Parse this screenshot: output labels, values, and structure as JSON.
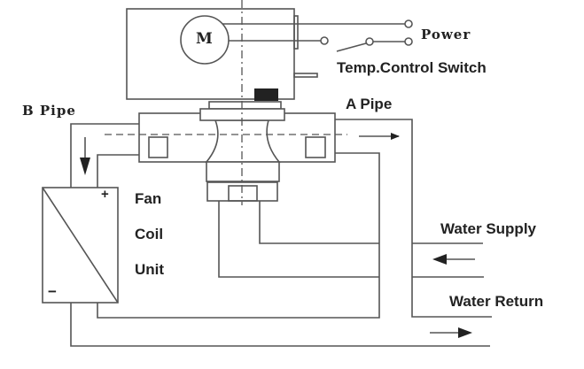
{
  "labels": {
    "motor": "M",
    "power": "Power",
    "temp_switch": "Temp.Control Switch",
    "b_pipe": "B Pipe",
    "a_pipe": "A Pipe",
    "fan": "Fan",
    "coil": "Coil",
    "unit": "Unit",
    "plus": "+",
    "minus": "−",
    "water_supply": "Water Supply",
    "water_return": "Water Return"
  },
  "colors": {
    "line": "#555555",
    "text": "#222222",
    "fill": "#222222"
  }
}
